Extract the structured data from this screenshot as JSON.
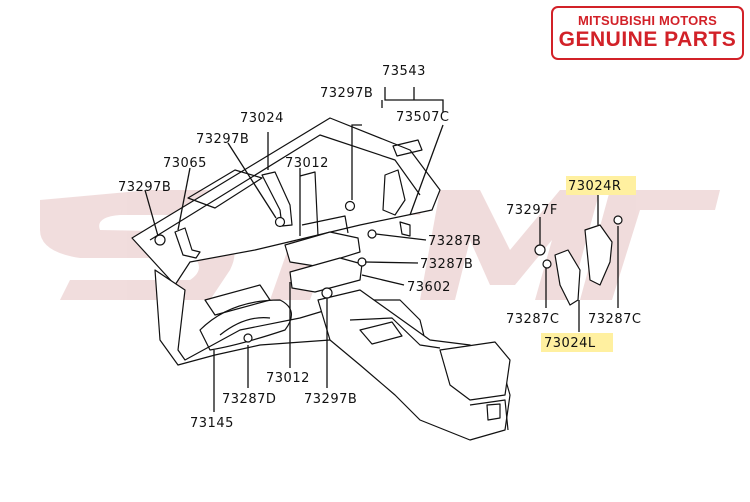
{
  "brand": {
    "top_text": "MITSUBISHI MOTORS",
    "bottom_text": "GENUINE PARTS",
    "color": "#d22128"
  },
  "watermark": {
    "color": "#efd9d9"
  },
  "labels": {
    "l73543": "73543",
    "l73297B_top": "73297B",
    "l73507C": "73507C",
    "l73024": "73024",
    "l73297B_left": "73297B",
    "l73065": "73065",
    "l73012_top": "73012",
    "l73297B_far": "73297B",
    "l73287B_a": "73287B",
    "l73287B_b": "73287B",
    "l73602": "73602",
    "l73012_bot": "73012",
    "l73287D": "73287D",
    "l73297B_bot": "73297B",
    "l73145": "73145",
    "l73024R": "73024R",
    "l73297F": "73297F",
    "l73287C_left": "73287C",
    "l73287C_right": "73287C",
    "l73024L": "73024L"
  },
  "highlight_color": "#fff0a0"
}
